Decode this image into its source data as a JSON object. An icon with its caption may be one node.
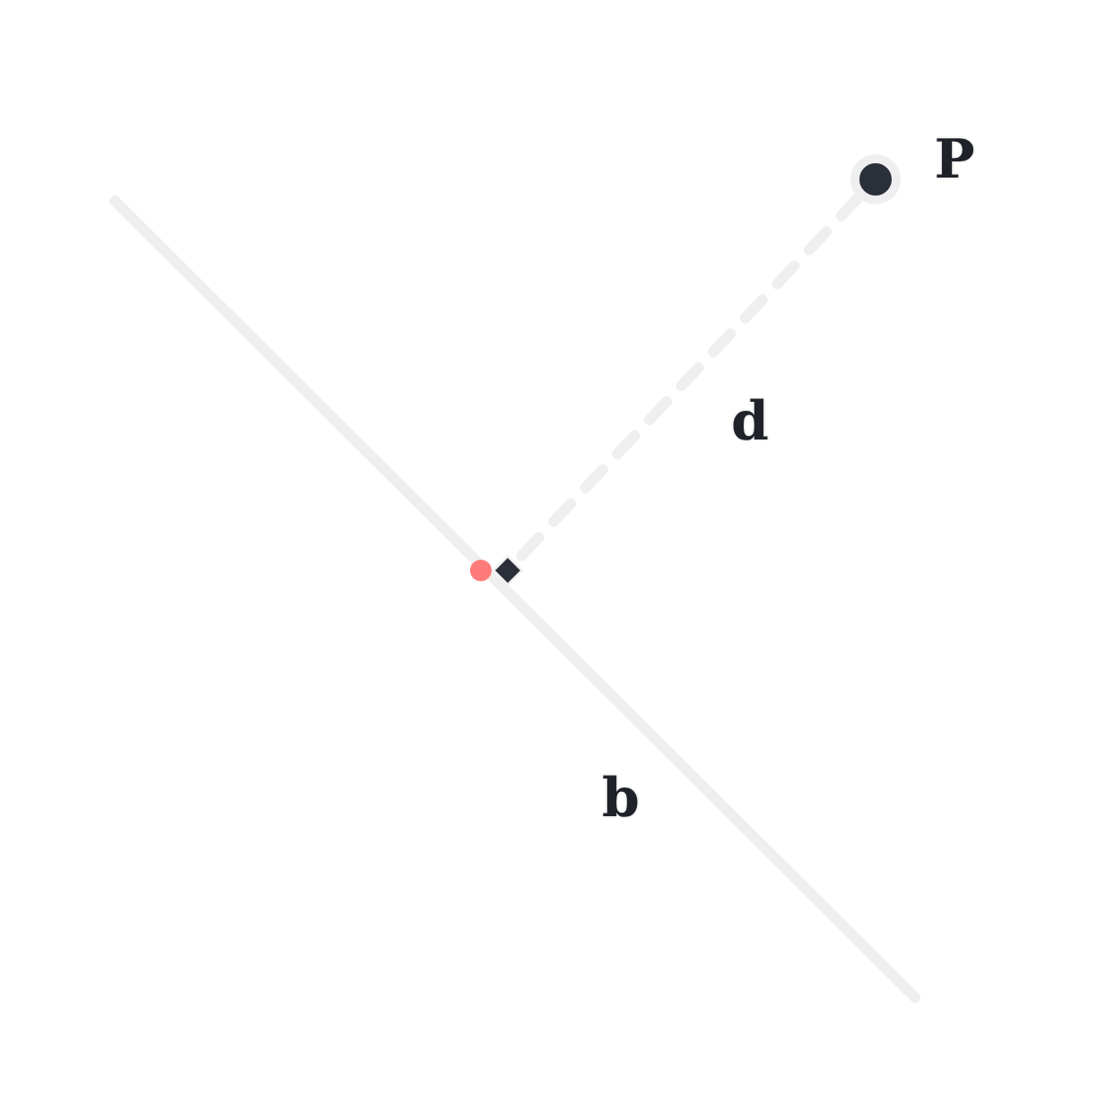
{
  "diagram": {
    "nodes": [
      {
        "text": [],
        "shape": "circle",
        "beside": [
          "P"
        ]
      },
      {
        "text": [],
        "shape": "diamond"
      }
    ],
    "edges": [
      {
        "from": 0,
        "to": 1,
        "arrow": "none",
        "style": "dashed",
        "label": "d"
      }
    ],
    "labels": [
      "b"
    ]
  }
}
